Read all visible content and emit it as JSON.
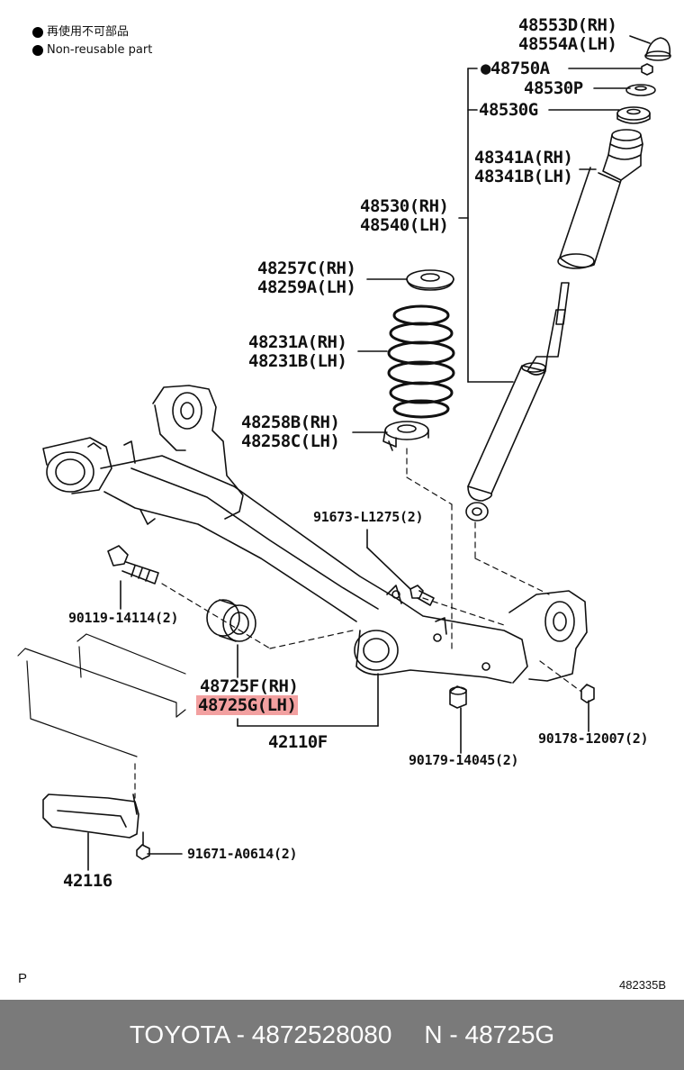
{
  "legend": {
    "reuse_jp": "再使用不可部品",
    "reuse_en": "Non-reusable part"
  },
  "labels": {
    "p48553d": "48553D(RH)",
    "p48554a": "48554A(LH)",
    "p48750a": "48750A",
    "p48530p": "48530P",
    "p48530g": "48530G",
    "p48341a": "48341A(RH)",
    "p48341b": "48341B(LH)",
    "p48530": "48530(RH)",
    "p48540": "48540(LH)",
    "p48257c": "48257C(RH)",
    "p48259a": "48259A(LH)",
    "p48231a": "48231A(RH)",
    "p48231b": "48231B(LH)",
    "p48258b": "48258B(RH)",
    "p48258c": "48258C(LH)",
    "p91673": "91673-L1275(2)",
    "p90119": "90119-14114(2)",
    "p48725f": "48725F(RH)",
    "p48725g": "48725G(LH)",
    "p42110f": "42110F",
    "p90179": "90179-14045(2)",
    "p90178": "90178-12007(2)",
    "p91671": "91671-A0614(2)",
    "p42116": "42116"
  },
  "highlight_color": "#f2a0a0",
  "corner_left": "P",
  "corner_right": "482335B",
  "footer": {
    "left": "TOYOTA - 4872528080",
    "right": "N - 48725G"
  }
}
